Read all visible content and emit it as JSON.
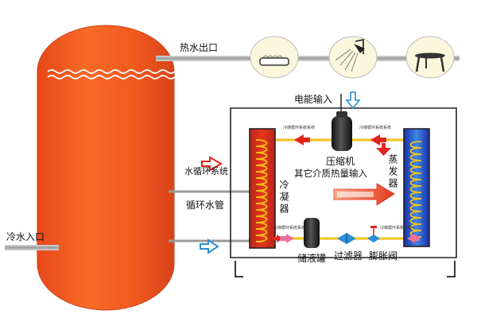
{
  "labels": {
    "hot_water_outlet": "热水出口",
    "cold_water_inlet": "冷水入口",
    "power_input": "电能输入",
    "water_circulation_system": "水循环系统",
    "circulation_pipe": "循环水管",
    "compressor": "压缩机",
    "other_medium_heat_input": "其它介质热量输入",
    "condenser": "冷凝器",
    "evaporator": "蒸发器",
    "receiver_tank": "储液罐",
    "filter": "过滤器",
    "expansion_valve": "膨胀阀",
    "refrigerant_label_top_left": "冷媒循环系统系统",
    "refrigerant_label_top_right": "冷媒循环系统系统",
    "refrigerant_label_bottom_left": "冷媒循环系统系统",
    "refrigerant_label_bottom_right": "冷媒循环系统系统"
  },
  "colors": {
    "tank_fill": "#f0581c",
    "tank_edge": "#c8421a",
    "pipe_yellow": "#f4c21a",
    "arrow_red": "#e0261c",
    "arrow_blue": "#2a8fd6",
    "arrow_pink": "#ef6f9a",
    "outline": "#222222"
  },
  "icons": [
    "shower-head-icon",
    "table-icon",
    "bathtub-icon",
    "compressor-icon",
    "tank-icon",
    "filter-icon",
    "valve-icon"
  ]
}
